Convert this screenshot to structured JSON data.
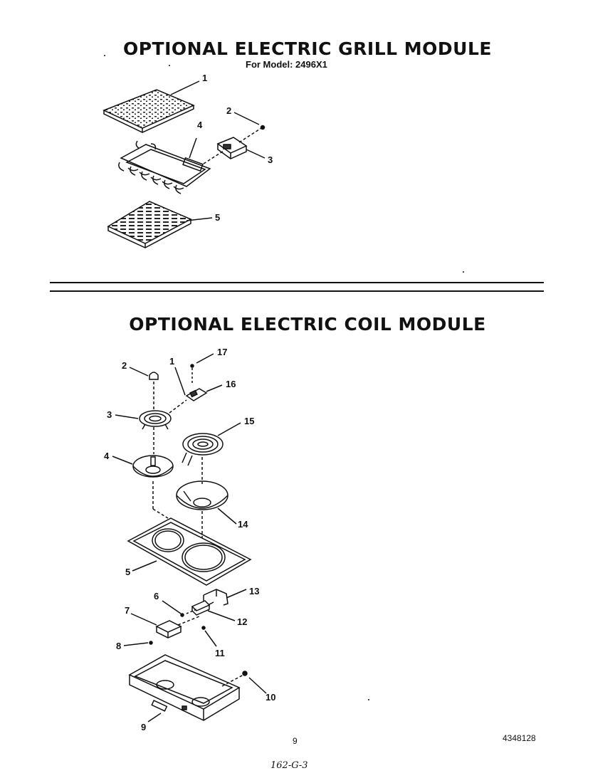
{
  "grill_module": {
    "title": "OPTIONAL ELECTRIC GRILL MODULE",
    "model_line": "For Model: 2496X1",
    "callouts": [
      "1",
      "2",
      "3",
      "4",
      "5"
    ]
  },
  "coil_module": {
    "title": "OPTIONAL ELECTRIC COIL MODULE",
    "callouts": [
      "1",
      "2",
      "3",
      "4",
      "5",
      "6",
      "7",
      "8",
      "9",
      "10",
      "11",
      "12",
      "13",
      "14",
      "15",
      "16",
      "17"
    ]
  },
  "footer": {
    "page_number": "9",
    "part_number": "4348128",
    "handwritten_note": "162-G-3"
  }
}
